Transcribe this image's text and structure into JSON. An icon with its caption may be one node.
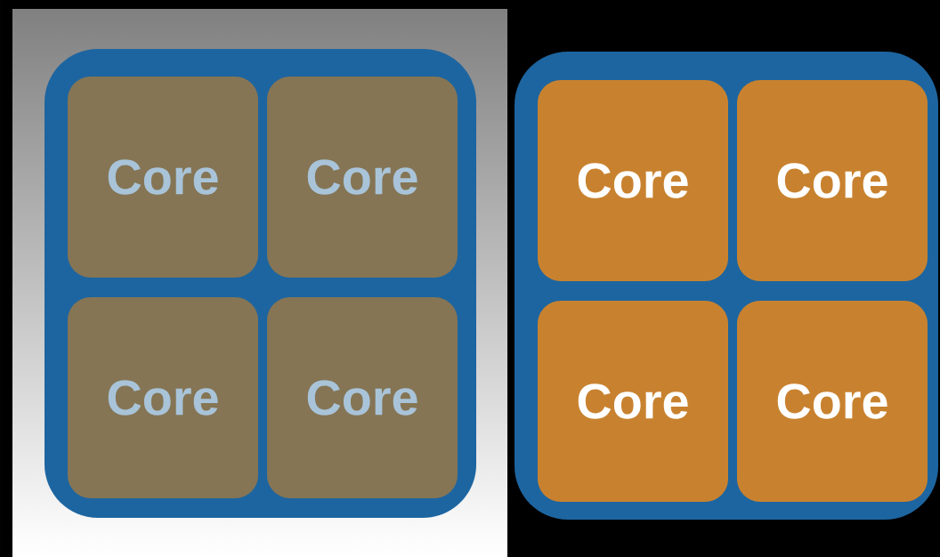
{
  "diagram": {
    "nodes": [
      {
        "text": [],
        "shape": "box"
      },
      {
        "text": [
          "Core"
        ],
        "in": 0
      },
      {
        "text": [
          "Core"
        ],
        "in": 0
      },
      {
        "text": [
          "Core"
        ],
        "in": 0
      },
      {
        "text": [
          "Core"
        ],
        "in": 0
      },
      {
        "text": [],
        "shape": "box"
      },
      {
        "text": [
          "Core"
        ],
        "in": 5
      },
      {
        "text": [
          "Core"
        ],
        "in": 5
      },
      {
        "text": [
          "Core"
        ],
        "in": 5
      },
      {
        "text": [
          "Core"
        ],
        "in": 5
      }
    ]
  }
}
